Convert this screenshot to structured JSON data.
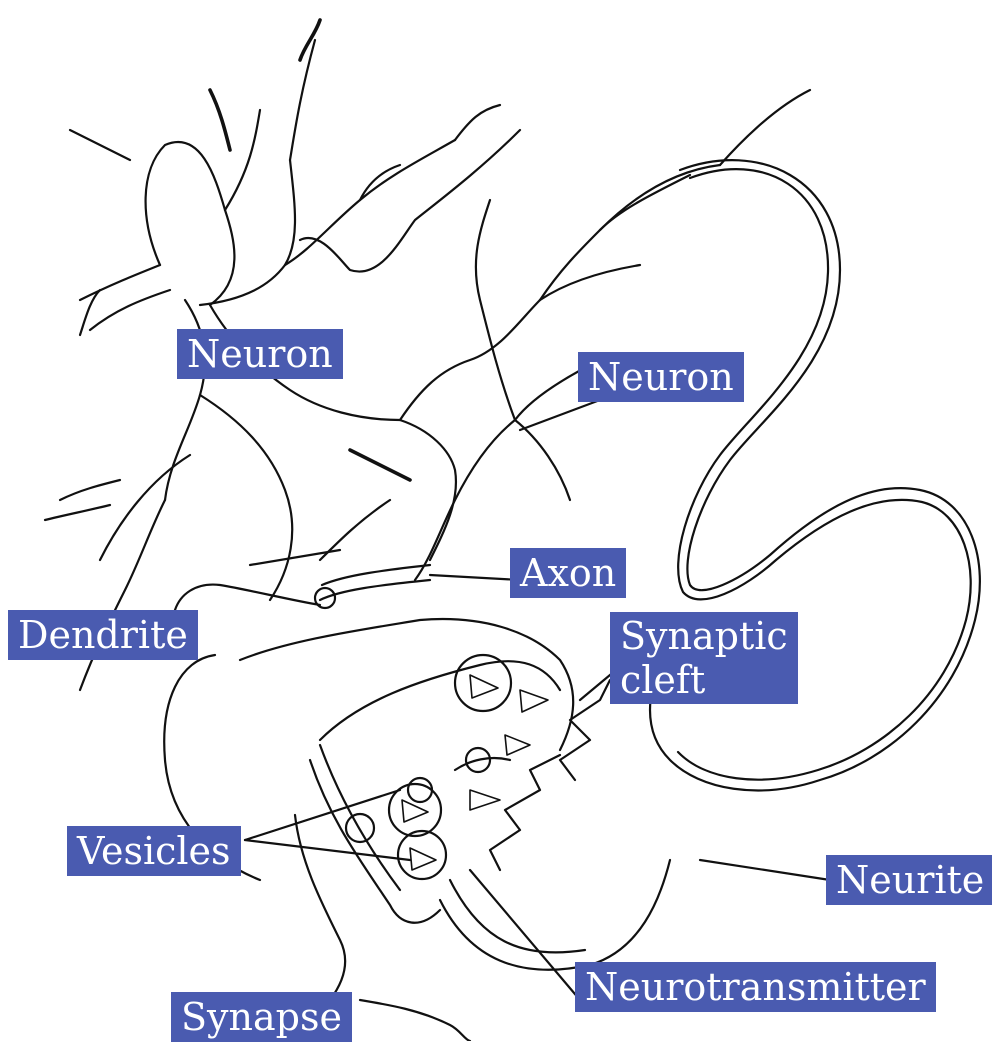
{
  "labels": {
    "neuron_top": "Neuron",
    "neuron_right": "Neuron",
    "axon": "Axon",
    "dendrite": "Dendrite",
    "synaptic_cleft": "Synaptic\ncleft",
    "vesicles": "Vesicles",
    "neurite": "Neurite",
    "neurotransmitter": "Neurotransmitter",
    "synapse": "Synapse"
  },
  "colors": {
    "label_background": "#4a5bb0",
    "label_text": "#ffffff",
    "line": "#111111"
  }
}
